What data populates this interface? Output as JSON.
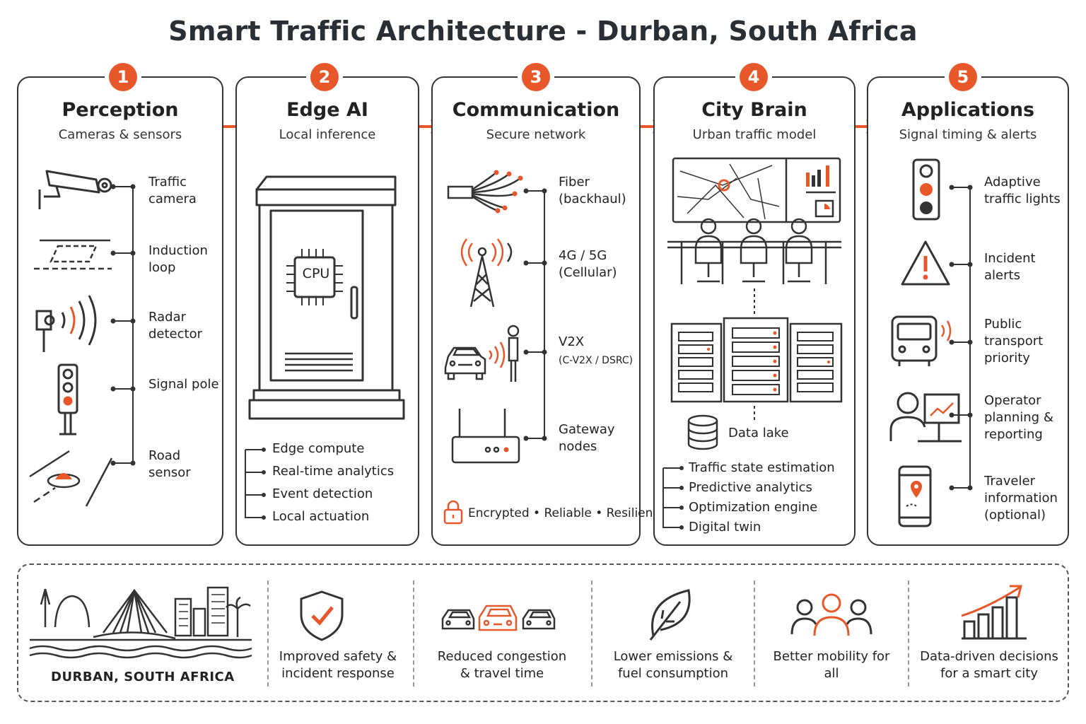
{
  "title": "Smart Traffic Architecture - Durban, South Africa",
  "panels": [
    {
      "num": "1",
      "title": "Perception",
      "subtitle": "Cameras & sensors",
      "items": [
        "Traffic camera",
        "Induction loop",
        "Radar detector",
        "Signal pole",
        "Road sensor"
      ]
    },
    {
      "num": "2",
      "title": "Edge AI",
      "subtitle": "Local inference",
      "chip": "CPU",
      "bullets": [
        "Edge compute",
        "Real-time analytics",
        "Event detection",
        "Local actuation"
      ]
    },
    {
      "num": "3",
      "title": "Communication",
      "subtitle": "Secure network",
      "items": [
        "Fiber (backhaul)",
        "4G / 5G (Cellular)",
        "V2X",
        "Gateway nodes"
      ],
      "v2x_sub": "(C-V2X / DSRC)",
      "footer": "Encrypted • Reliable • Resilient"
    },
    {
      "num": "4",
      "title": "City Brain",
      "subtitle": "Urban traffic model",
      "datalake": "Data lake",
      "bullets": [
        "Traffic state estimation",
        "Predictive analytics",
        "Optimization engine",
        "Digital twin"
      ]
    },
    {
      "num": "5",
      "title": "Applications",
      "subtitle": "Signal timing & alerts",
      "items": [
        "Adaptive traffic lights",
        "Incident alerts",
        "Public transport priority",
        "Operator planning & reporting",
        "Traveler information (optional)"
      ]
    }
  ],
  "bottom": {
    "city": "DURBAN, SOUTH AFRICA",
    "benefits": [
      "Improved safety & incident response",
      "Reduced congestion & travel time",
      "Lower emissions & fuel consumption",
      "Better mobility for all",
      "Data-driven decisions for a smart city"
    ]
  },
  "colors": {
    "accent": "#e8572a",
    "ink": "#333333"
  }
}
